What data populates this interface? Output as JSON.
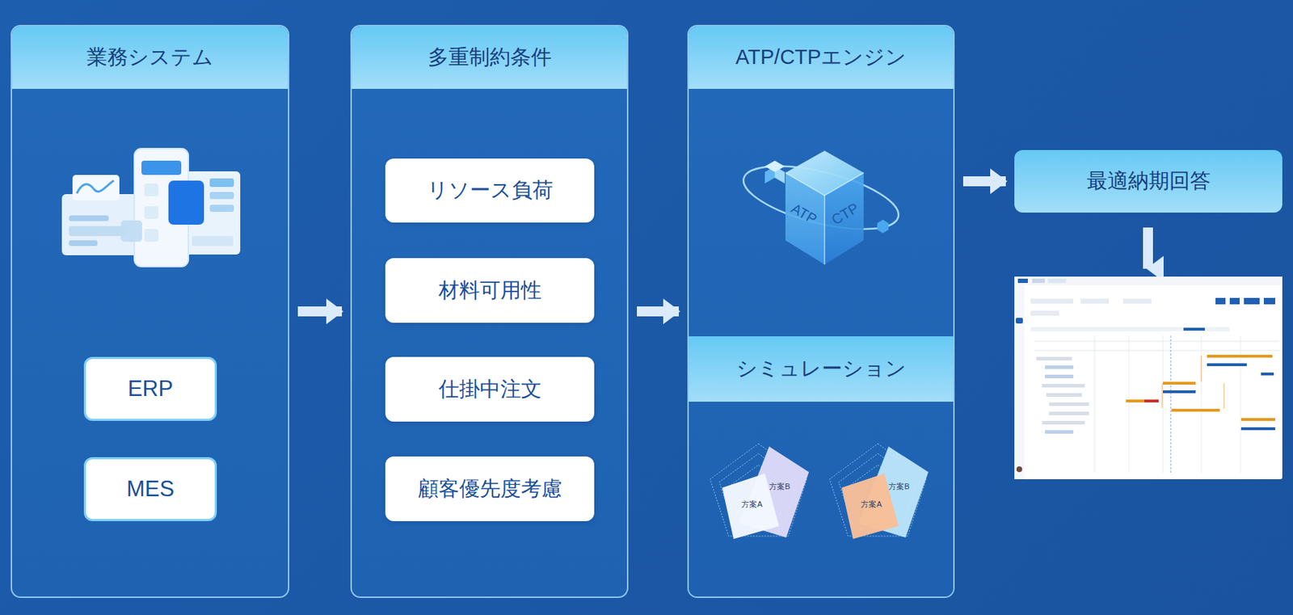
{
  "diagram": {
    "nodes": [
      {
        "text": [
          "業務システム"
        ]
      },
      {
        "text": [
          "ERP"
        ],
        "in": 0
      },
      {
        "text": [
          "MES"
        ],
        "in": 0
      },
      {
        "text": [
          "多重制約条件"
        ]
      },
      {
        "text": [
          "リソース負荷"
        ],
        "in": 3
      },
      {
        "text": [
          "材料可用性"
        ],
        "in": 3
      },
      {
        "text": [
          "仕掛中注文"
        ],
        "in": 3
      },
      {
        "text": [
          "顧客優先度考慮"
        ],
        "in": 3
      },
      {
        "text": [
          "ATP/CTPエンジン"
        ]
      },
      {
        "text": [
          "シミュレーション"
        ],
        "in": 8
      },
      {
        "text": [
          "最適納期回答"
        ]
      }
    ],
    "edges": [
      {
        "from": 0,
        "to": 3,
        "arrow": "to"
      },
      {
        "from": 3,
        "to": 8,
        "arrow": "to"
      },
      {
        "from": 8,
        "to": 10,
        "arrow": "to"
      }
    ],
    "labels": [
      "ATP",
      "CTP",
      "方案B",
      "方案A",
      "方案B",
      "方案A"
    ]
  }
}
